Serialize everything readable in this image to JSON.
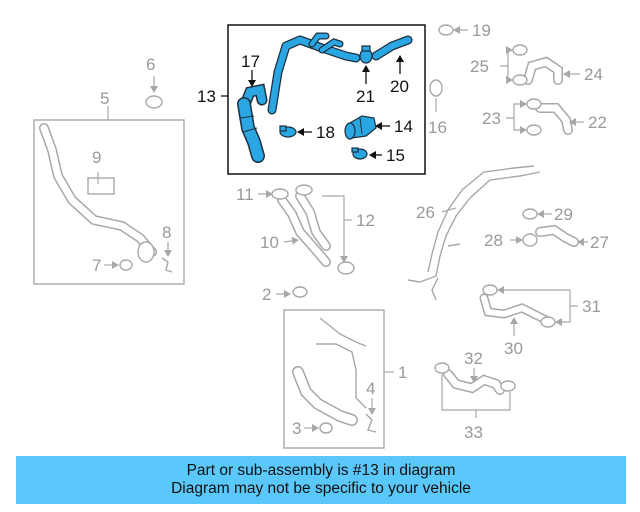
{
  "diagram": {
    "highlight_colors": {
      "part_fill": "#2aa6e3",
      "outline": "#1f2f3f",
      "muted": "#a8a8a8",
      "banner": "#5ac8fa"
    },
    "callouts": [
      "1",
      "2",
      "3",
      "4",
      "5",
      "6",
      "7",
      "8",
      "9",
      "10",
      "11",
      "12",
      "13",
      "14",
      "15",
      "16",
      "17",
      "18",
      "19",
      "20",
      "21",
      "22",
      "23",
      "24",
      "25",
      "26",
      "27",
      "28",
      "29",
      "30",
      "31",
      "32",
      "33"
    ],
    "highlighted_callouts": [
      "13",
      "14",
      "15",
      "17",
      "18",
      "20",
      "21"
    ]
  },
  "banner": {
    "line1": "Part or sub-assembly is #13 in diagram",
    "line2": "Diagram may not be specific to your vehicle"
  }
}
